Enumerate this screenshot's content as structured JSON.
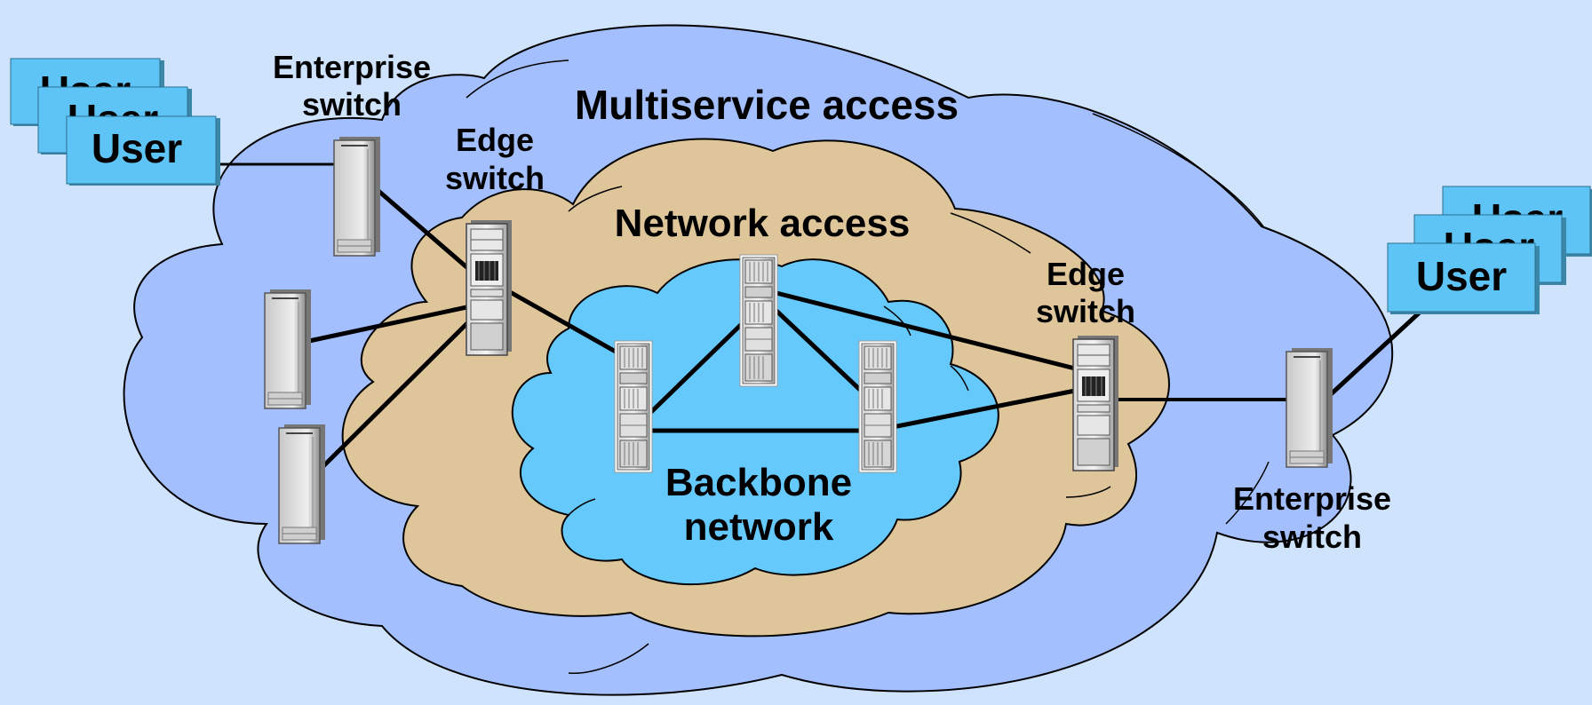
{
  "labels": {
    "multiservice_access": "Multiservice access",
    "network_access": "Network access",
    "backbone_line1": "Backbone",
    "backbone_line2": "network",
    "enterprise_switch_left_line1": "Enterprise",
    "enterprise_switch_left_line2": "switch",
    "edge_switch_left_line1": "Edge",
    "edge_switch_left_line2": "switch",
    "edge_switch_right_line1": "Edge",
    "edge_switch_right_line2": "switch",
    "enterprise_switch_right_line1": "Enterprise",
    "enterprise_switch_right_line2": "switch"
  },
  "users_left": [
    "User",
    "User",
    "User"
  ],
  "users_right": [
    "User",
    "User",
    "User"
  ],
  "colors": {
    "background": "#cfe3fd",
    "multiservice_cloud": "#a3bffd",
    "network_access_cloud": "#dfc59a",
    "backbone_cloud": "#66c9fb",
    "user_box": "#5ec4f5",
    "link": "#000000"
  }
}
